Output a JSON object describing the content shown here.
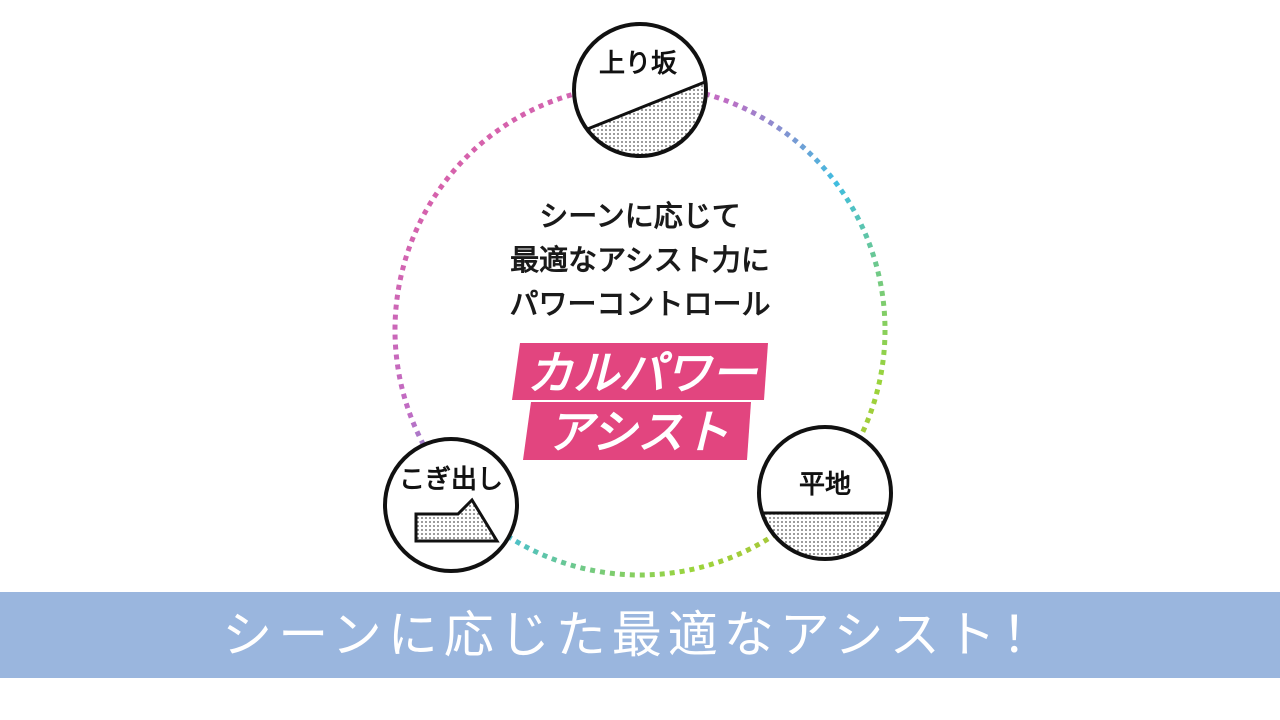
{
  "center": {
    "lines": [
      "シーンに応じて",
      "最適なアシスト力に",
      "パワーコントロール"
    ]
  },
  "badge": {
    "lines": [
      "カルパワー",
      "アシスト"
    ],
    "color": "#e2457f"
  },
  "nodes": {
    "top": {
      "label": "上り坂",
      "icon": "uphill-slope-icon"
    },
    "left": {
      "label": "こぎ出し",
      "icon": "start-arrow-icon"
    },
    "right": {
      "label": "平地",
      "icon": "flat-ground-icon"
    }
  },
  "ring": {
    "colors": [
      "#e65a9a",
      "#c06cc4",
      "#3fbde0",
      "#9bd43a",
      "#c9a23a"
    ]
  },
  "caption": {
    "text": "シーンに応じた最適なアシスト！",
    "background": "#9ab6de"
  }
}
